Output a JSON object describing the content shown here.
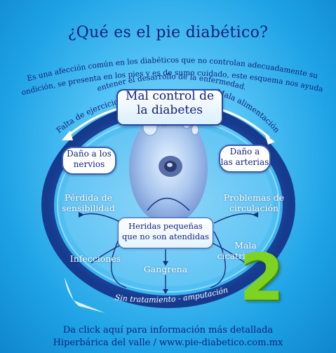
{
  "title": "¿Qué es el pie diabético?",
  "intro": {
    "line1": "Es una afección común en los diabéticos que no controlan adecuadamente su",
    "line2": "condición, se presenta en los pies y es de sumo cuidado,  este esquema nos ayuda a",
    "line3": "entener el desarrollo de la enfermedad."
  },
  "center": {
    "line1": "Mal control de",
    "line2": "la diabetes"
  },
  "arc_labels": {
    "exercise": "Falta de ejercicio",
    "food": "Mala alimentación",
    "bottom": "Sin tratamiento - amputación"
  },
  "nodes": {
    "nerve_damage": {
      "line1": "Daño a los",
      "line2": "nervios"
    },
    "artery_damage": {
      "line1": "Daño a",
      "line2": "las arterias"
    },
    "sensitivity": {
      "line1": "Pérdida de",
      "line2": "sensibilidad"
    },
    "circulation": {
      "line1": "Problemas de",
      "line2": "circulación"
    },
    "wounds": {
      "line1": "Heridas pequeñas",
      "line2": "que no son atendidas"
    },
    "infections": "Infecciones",
    "healing": {
      "line1": "Mala",
      "line2": "cicatrización"
    },
    "gangrene": "Gangrena"
  },
  "badge_number": "2",
  "footer": {
    "line1": "Da click aquí para información más detallada",
    "line2": "Hiperbárica del valle / www.pie-diabetico.com.mx"
  },
  "colors": {
    "background": "#2aaaea",
    "navy_text": "#12207a",
    "ring": "#1d4ea6",
    "badge_green": "#7ed321"
  }
}
